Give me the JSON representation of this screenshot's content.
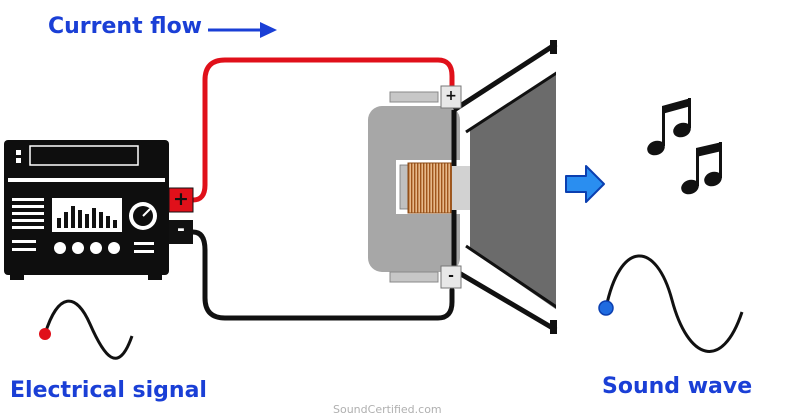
{
  "labels": {
    "current_flow": "Current flow",
    "electrical_signal": "Electrical signal",
    "sound_wave": "Sound wave",
    "watermark": "SoundCertified.com"
  },
  "amplifier": {
    "positive_terminal": "+",
    "negative_terminal": "-"
  },
  "speaker": {
    "positive_terminal": "+",
    "negative_terminal": "-"
  },
  "icons": [
    "arrow-right-icon",
    "music-notes-icon",
    "wave-icon"
  ],
  "colors": {
    "label_blue": "#1a3fd6",
    "positive_wire": "#e0101a",
    "negative_wire": "#111111",
    "magnet_gray": "#a7a7a7",
    "cone_gray": "#6b6b6b",
    "coil_copper": "#b5651d",
    "electric_dot": "#e0101a",
    "sound_dot": "#1f6be0"
  }
}
